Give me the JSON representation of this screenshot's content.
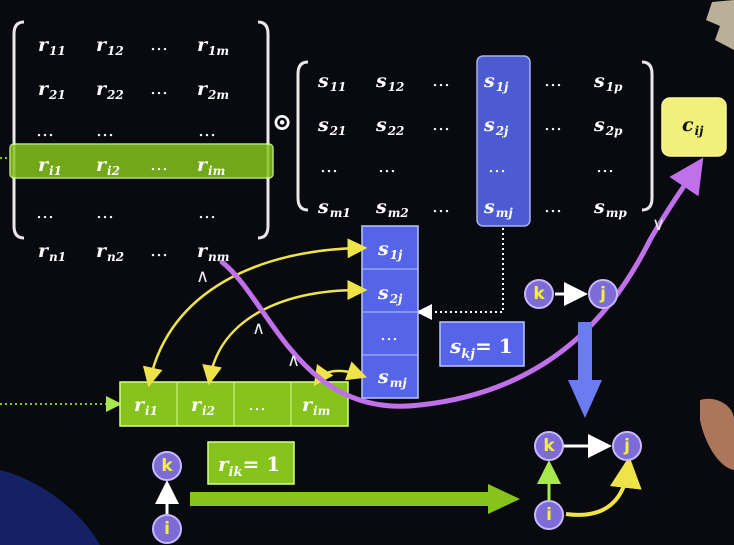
{
  "matrix_r": {
    "rows": [
      [
        "r11",
        "r12",
        "…",
        "r1m"
      ],
      [
        "r21",
        "r22",
        "…",
        "r2m"
      ],
      [
        "…",
        "…",
        "",
        "…"
      ],
      [
        "ri1",
        "ri2",
        "…",
        "rim"
      ],
      [
        "…",
        "…",
        "",
        "…"
      ],
      [
        "rn1",
        "rn2",
        "…",
        "rnm"
      ]
    ],
    "subs": [
      [
        "11",
        "12",
        "",
        "1m"
      ],
      [
        "21",
        "22",
        "",
        "2m"
      ],
      [
        "",
        "",
        "",
        ""
      ],
      [
        "i1",
        "i2",
        "",
        "im"
      ],
      [
        "",
        "",
        "",
        ""
      ],
      [
        "n1",
        "n2",
        "",
        "nm"
      ]
    ]
  },
  "operator": "⊙",
  "matrix_s": {
    "subs": [
      [
        "11",
        "12",
        "",
        "1j",
        "",
        "1p"
      ],
      [
        "21",
        "22",
        "",
        "2j",
        "",
        "2p"
      ],
      [
        "",
        "",
        "",
        "",
        "",
        ""
      ],
      [
        "m1",
        "m2",
        "",
        "mj",
        "",
        "mp"
      ]
    ]
  },
  "result_label_sub": "ij",
  "s_column_subs": [
    "1j",
    "2j",
    "",
    "mj"
  ],
  "r_row_subs": [
    "i1",
    "i2",
    "",
    "im"
  ],
  "skj_label": {
    "base": "s",
    "sub": "kj",
    "tail": "= 1"
  },
  "rik_label": {
    "base": "r",
    "sub": "ik",
    "tail": "= 1"
  },
  "nodes": {
    "k": "k",
    "j": "j",
    "i": "i"
  },
  "colors": {
    "green": "#86c31c",
    "blue": "#5564e8",
    "yellow": "#efe34a",
    "violet": "#c070e8",
    "result_box": "#f0f07a"
  }
}
